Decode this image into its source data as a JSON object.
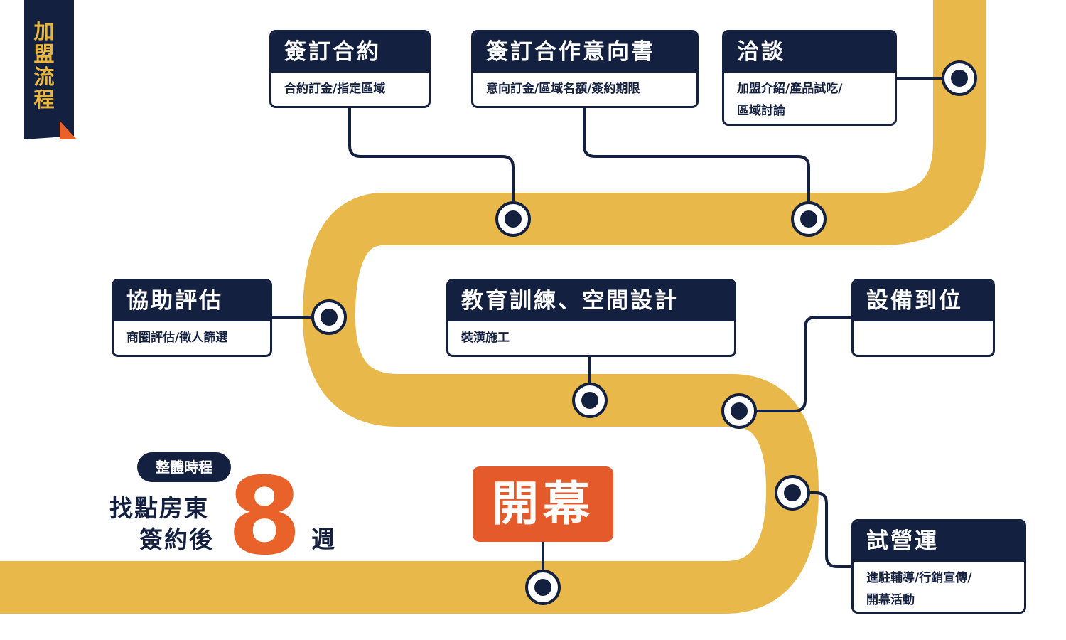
{
  "side_tag": "加盟流程",
  "steps": [
    {
      "title": "簽訂合約",
      "desc": "合約訂金/指定區域"
    },
    {
      "title": "簽訂合作意向書",
      "desc": "意向訂金/區域名額/簽約期限"
    },
    {
      "title": "洽談",
      "desc_lines": [
        "加盟介紹/產品試吃/",
        "區域討論"
      ]
    },
    {
      "title": "協助評估",
      "desc": "商圈評估/徵人篩選"
    },
    {
      "title": "教育訓練、空間設計",
      "desc": "裝潢施工"
    },
    {
      "title": "設備到位",
      "desc": ""
    },
    {
      "title": "試營運",
      "desc_lines": [
        "進駐輔導/行銷宣傳/",
        "開幕活動"
      ]
    }
  ],
  "opening": "開幕",
  "summary": {
    "badge": "整體時程",
    "line1": "找點房東",
    "line2": "簽約後",
    "number": "8",
    "unit": "週"
  },
  "colors": {
    "track": "#E8B94A",
    "navy": "#14203F",
    "orange": "#E55A2B"
  }
}
